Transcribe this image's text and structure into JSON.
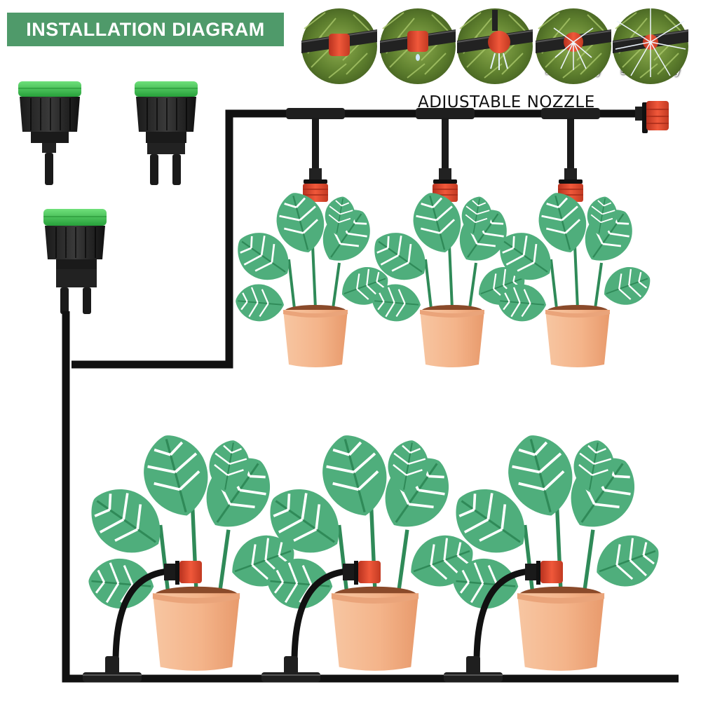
{
  "header": {
    "title": "INSTALLATION DIAGRAM"
  },
  "nozzle": {
    "heading": "ADJUSTABLE NOZZLE",
    "modes": [
      "stop",
      "drop",
      "running",
      "micro spray",
      "strong spray"
    ]
  },
  "colors": {
    "banner": "#4f9a6a",
    "tube": "#111111",
    "nozzle_red": "#e0442c",
    "connector_green": "#3bb34a",
    "pot": "#f4b48a",
    "leaf": "#4fae7c",
    "grass": "#6f8f3a"
  }
}
